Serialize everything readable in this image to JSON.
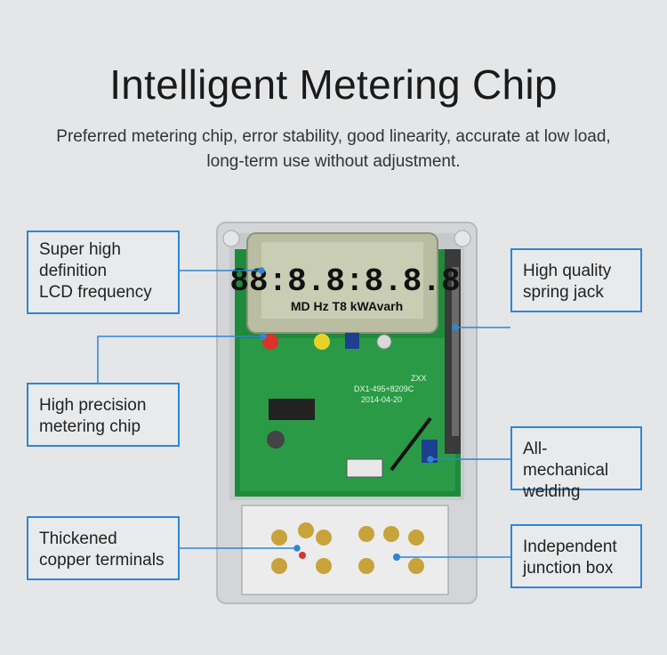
{
  "header": {
    "title": "Intelligent Metering Chip",
    "subtitle": "Preferred metering chip, error stability, good linearity, accurate at low load, long-term use without adjustment."
  },
  "lcd": {
    "digits": "88:8.8:8.8.8",
    "units": "MD Hz T8 kWAvarh"
  },
  "pcb": {
    "label_1": "DX1-495+8209C",
    "label_2": "2014-04-20",
    "label_3": "ZXX"
  },
  "callouts": {
    "lcd": [
      "Super high",
      "definition",
      "LCD frequency"
    ],
    "chip": [
      "High precision",
      "metering chip"
    ],
    "copper": [
      "Thickened",
      "copper terminals"
    ],
    "jack": [
      "High quality",
      "spring jack"
    ],
    "welding": [
      "All-mechanical",
      "welding"
    ],
    "junction": [
      "Independent",
      "junction box"
    ]
  },
  "colors": {
    "accent": "#2d87d3",
    "pcb": "#1e8a3a",
    "lcd": "#c9cdb4",
    "housing": "#d6d8db"
  }
}
